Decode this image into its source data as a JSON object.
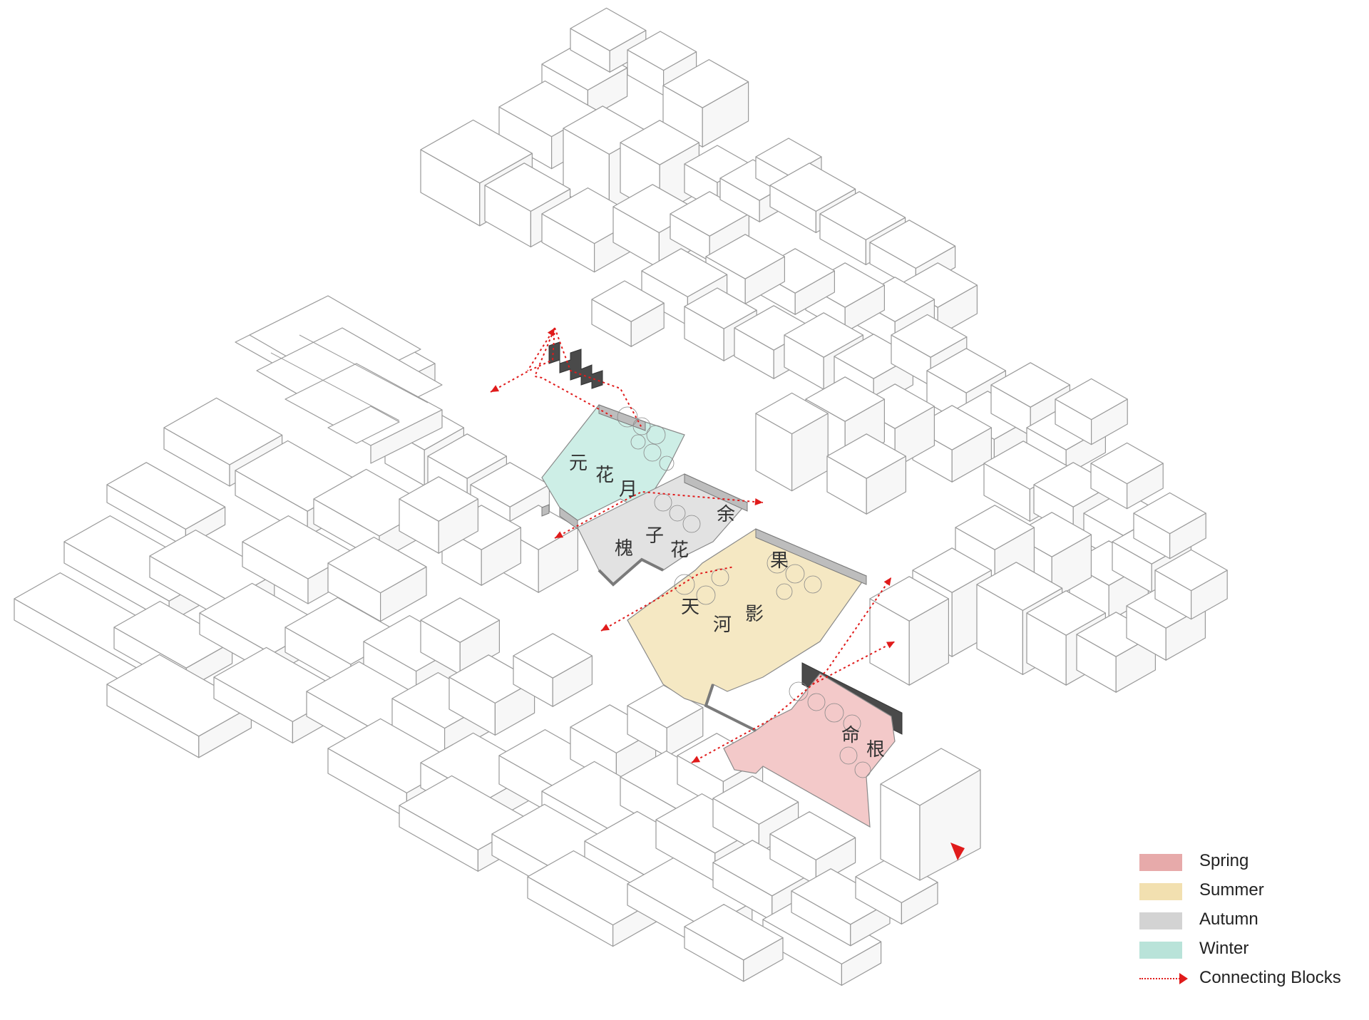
{
  "legend": {
    "items": [
      {
        "label": "Spring",
        "color": "#e7aaaa"
      },
      {
        "label": "Summer",
        "color": "#f2e0b0"
      },
      {
        "label": "Autumn",
        "color": "#d3d3d3"
      },
      {
        "label": "Winter",
        "color": "#b9e3d9"
      }
    ],
    "connector": {
      "label": "Connecting Blocks",
      "color": "#e01b1b"
    }
  },
  "colors": {
    "spring": "#f3c9c9",
    "summer": "#f5e8c3",
    "autumn": "#e2e2e2",
    "winter": "#cdeee6",
    "connector": "#e01b1b",
    "outline": "#9a9a9a"
  },
  "plaza_glyphs": {
    "winter": [
      "元",
      "花",
      "月"
    ],
    "autumn": [
      "槐",
      "子",
      "花",
      "余"
    ],
    "summer": [
      "天",
      "河",
      "影",
      "果"
    ],
    "spring": [
      "命",
      "根"
    ]
  }
}
